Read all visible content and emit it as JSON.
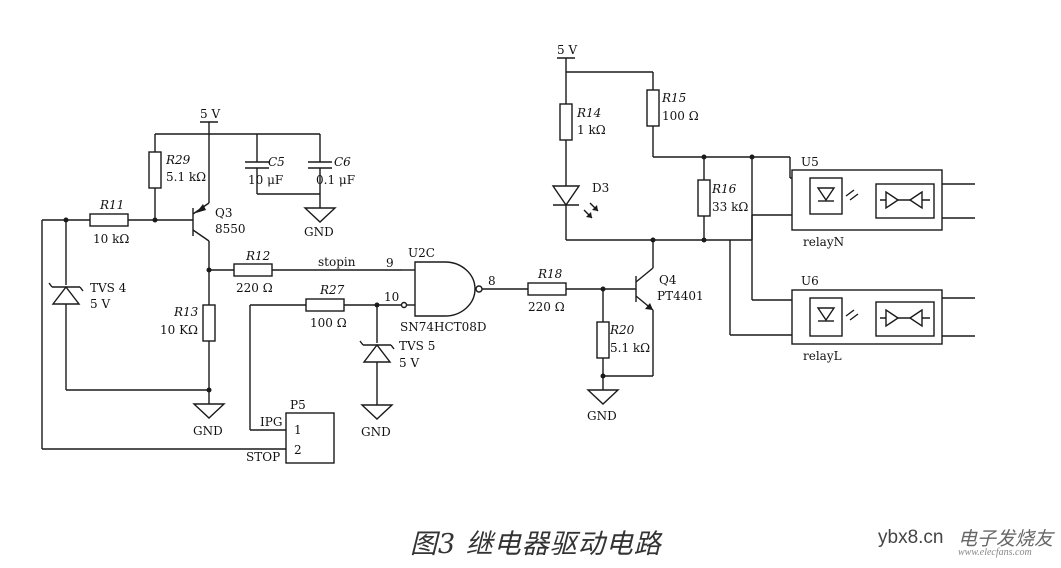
{
  "caption": "图3  继电器驱动电路",
  "watermark": {
    "site": "ybx8.cn",
    "brand": "电子发烧友",
    "url": "www.elecfans.com"
  },
  "power": {
    "vcc_left": "5 V",
    "vcc_right": "5 V"
  },
  "gnd": {
    "label": "GND"
  },
  "components": {
    "r29": {
      "ref": "R29",
      "value": "5.1 kΩ"
    },
    "c5": {
      "ref": "C5",
      "value": "10 μF"
    },
    "c6": {
      "ref": "C6",
      "value": "0.1 μF"
    },
    "q3": {
      "ref": "Q3",
      "part": "8550"
    },
    "r11": {
      "ref": "R11",
      "value": "10 kΩ"
    },
    "tvs4": {
      "ref": "TVS 4",
      "value": "5 V"
    },
    "r12": {
      "ref": "R12",
      "value": "220 Ω"
    },
    "r13": {
      "ref": "R13",
      "value": "10 KΩ"
    },
    "r27": {
      "ref": "R27",
      "value": "100 Ω"
    },
    "tvs5": {
      "ref": "TVS 5",
      "value": "5 V"
    },
    "u2c": {
      "ref": "U2C",
      "part": "SN74HCT08D",
      "pin_a": "9",
      "pin_b": "10",
      "pin_out": "8"
    },
    "r18": {
      "ref": "R18",
      "value": "220 Ω"
    },
    "q4": {
      "ref": "Q4",
      "part": "PT4401"
    },
    "r20": {
      "ref": "R20",
      "value": "5.1 kΩ"
    },
    "r14": {
      "ref": "R14",
      "value": "1 kΩ"
    },
    "d3": {
      "ref": "D3"
    },
    "r15": {
      "ref": "R15",
      "value": "100 Ω"
    },
    "r16": {
      "ref": "R16",
      "value": "33 kΩ"
    },
    "u5": {
      "ref": "U5",
      "name": "relayN"
    },
    "u6": {
      "ref": "U6",
      "name": "relayL"
    },
    "p5": {
      "ref": "P5",
      "pin1": "1",
      "pin2": "2",
      "sig1": "IPG",
      "sig2": "STOP"
    }
  },
  "nets": {
    "stopin": "stopin"
  }
}
